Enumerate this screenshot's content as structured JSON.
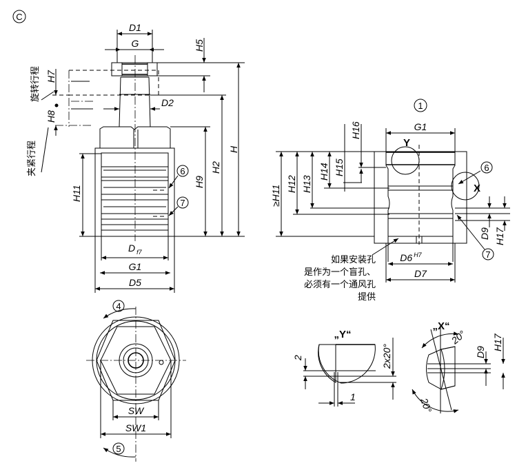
{
  "view_marker": "C",
  "side_view": {
    "labels": {
      "D1": "D1",
      "G": "G",
      "H5": "H5",
      "H7": "H7",
      "H8": "H8",
      "D2": "D2",
      "H": "H",
      "H2": "H2",
      "H9": "H9",
      "H11": "H11",
      "D": "D",
      "f7": "f7",
      "G1": "G1",
      "D5": "D5"
    },
    "rotation_stroke": "旋转行程",
    "clamping_stroke": "夹紧行程",
    "callouts": [
      "6",
      "7"
    ]
  },
  "top_view": {
    "labels": {
      "SW": "SW",
      "SW1": "SW1"
    },
    "callouts": [
      "4",
      "5"
    ]
  },
  "mounting_hole": {
    "callout": "1",
    "labels": {
      "G1": "G1",
      "H11": "≥H11",
      "H12": "H12",
      "H13": "H13",
      "H14": "H14",
      "H15": "H15",
      "H16": "H16",
      "D6": "D6",
      "H7": "H7",
      "D7": "D7",
      "D9": "D9",
      "H17": "H17",
      "Y": "Y",
      "X": "X"
    },
    "callouts": [
      "6",
      "7"
    ],
    "note_lines": [
      "如果安装孔",
      "是作为一个盲孔、",
      "必须有一个通风孔",
      "提供"
    ]
  },
  "detail_y": {
    "title": "„Y“",
    "dim_2": "2",
    "dim_1": "1",
    "angle": "2x20°"
  },
  "detail_x": {
    "title": "„X“",
    "angle_top": "20°",
    "angle_bottom": "20°",
    "D9": "D9",
    "H17": "H17"
  }
}
